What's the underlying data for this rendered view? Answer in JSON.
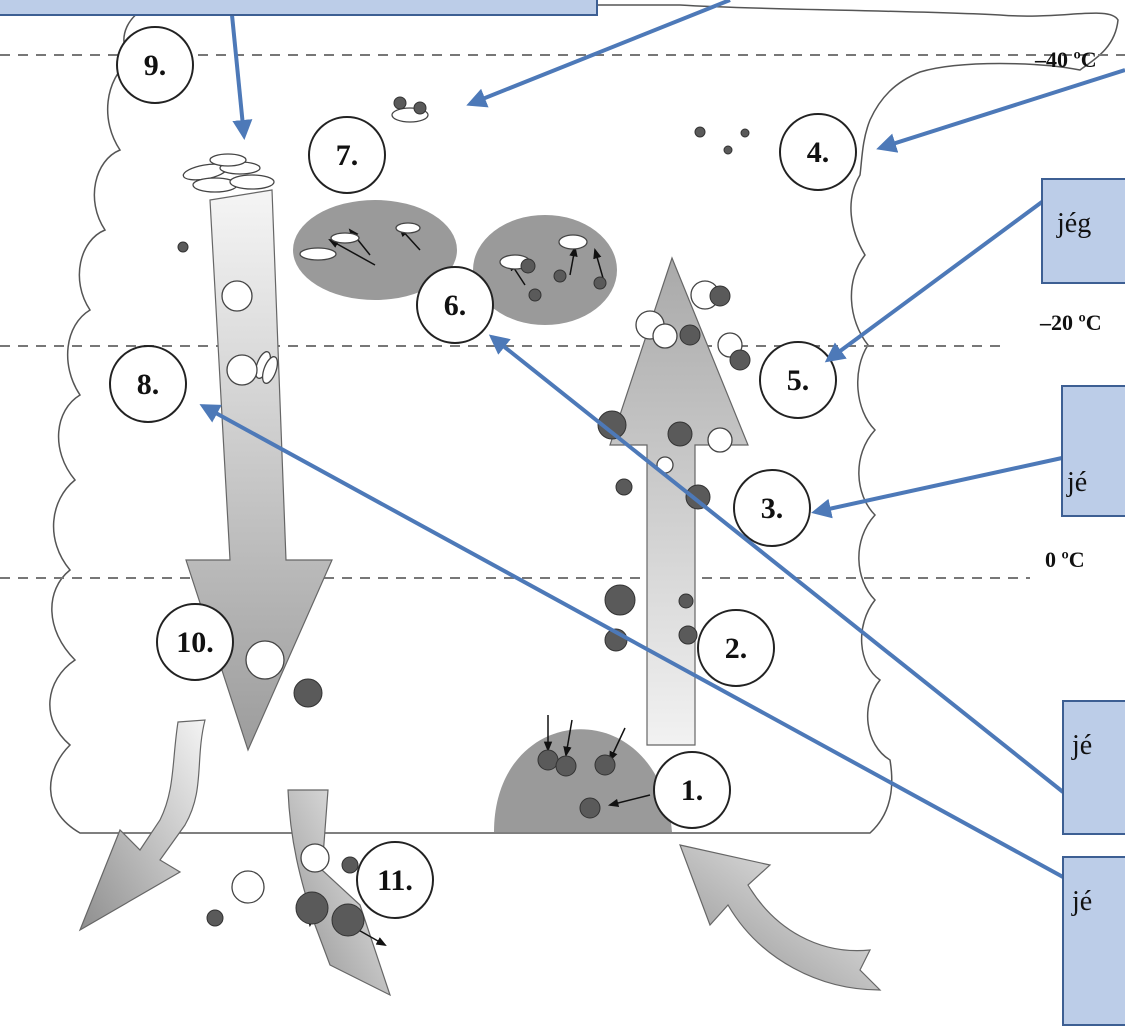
{
  "temperatures": {
    "t40": "–40 ºC",
    "t20": "–20 ºC",
    "t0": "0 ºC"
  },
  "steps": [
    {
      "label": "1."
    },
    {
      "label": "2."
    },
    {
      "label": "3."
    },
    {
      "label": "4."
    },
    {
      "label": "5."
    },
    {
      "label": "6."
    },
    {
      "label": "7."
    },
    {
      "label": "8."
    },
    {
      "label": "9."
    },
    {
      "label": "10."
    },
    {
      "label": "11."
    }
  ],
  "callouts": {
    "box_5": "jég",
    "box_3": "jé",
    "box_6": "jé",
    "box_8": "jé"
  },
  "colors": {
    "callout_fill": "#bccde8",
    "callout_border": "#3d5f93",
    "arrow": "#4d79b8",
    "particle_dark": "#5a5a5a",
    "zone_gray": "#9a9a9a"
  }
}
